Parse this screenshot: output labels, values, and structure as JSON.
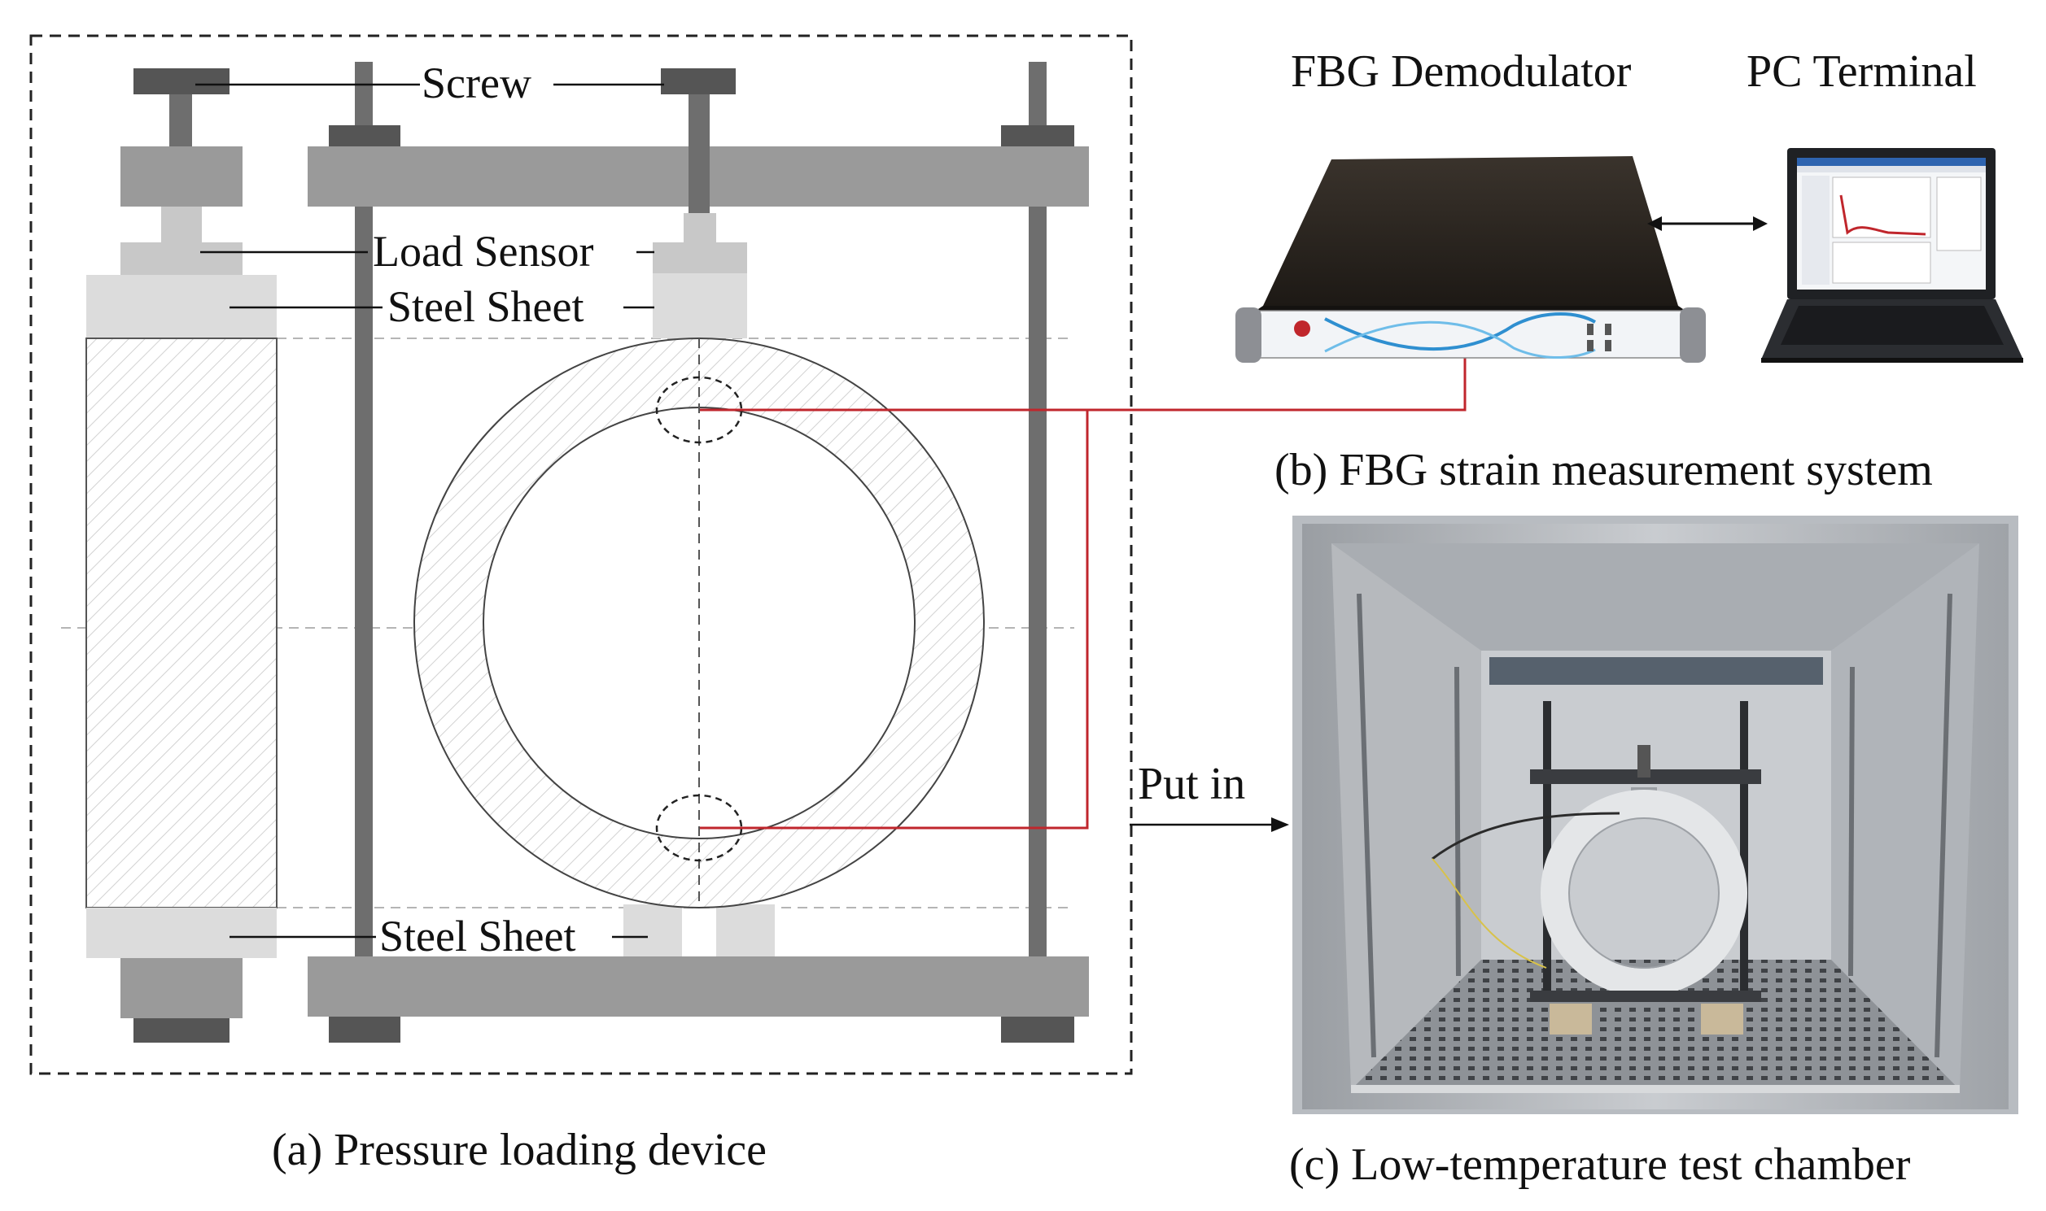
{
  "panel_a": {
    "labels": {
      "screw": "Screw",
      "load_sensor": "Load Sensor",
      "steel_sheet_top": "Steel Sheet",
      "steel_sheet_bottom": "Steel Sheet"
    },
    "caption": "(a) Pressure loading device"
  },
  "panel_b": {
    "demodulator_title": "FBG Demodulator",
    "pc_title": "PC Terminal",
    "caption": "(b) FBG strain measurement system"
  },
  "panel_c": {
    "caption": "(c) Low-temperature test chamber"
  },
  "arrow_label": "Put in",
  "colors": {
    "frame_dark": "#6e6e6e",
    "frame_mid": "#9a9a9a",
    "frame_light": "#cfcfcf",
    "fiber_line": "#c0262c",
    "demodulator_body": "#2a2520",
    "demodulator_accent": "#2f8fd0"
  }
}
